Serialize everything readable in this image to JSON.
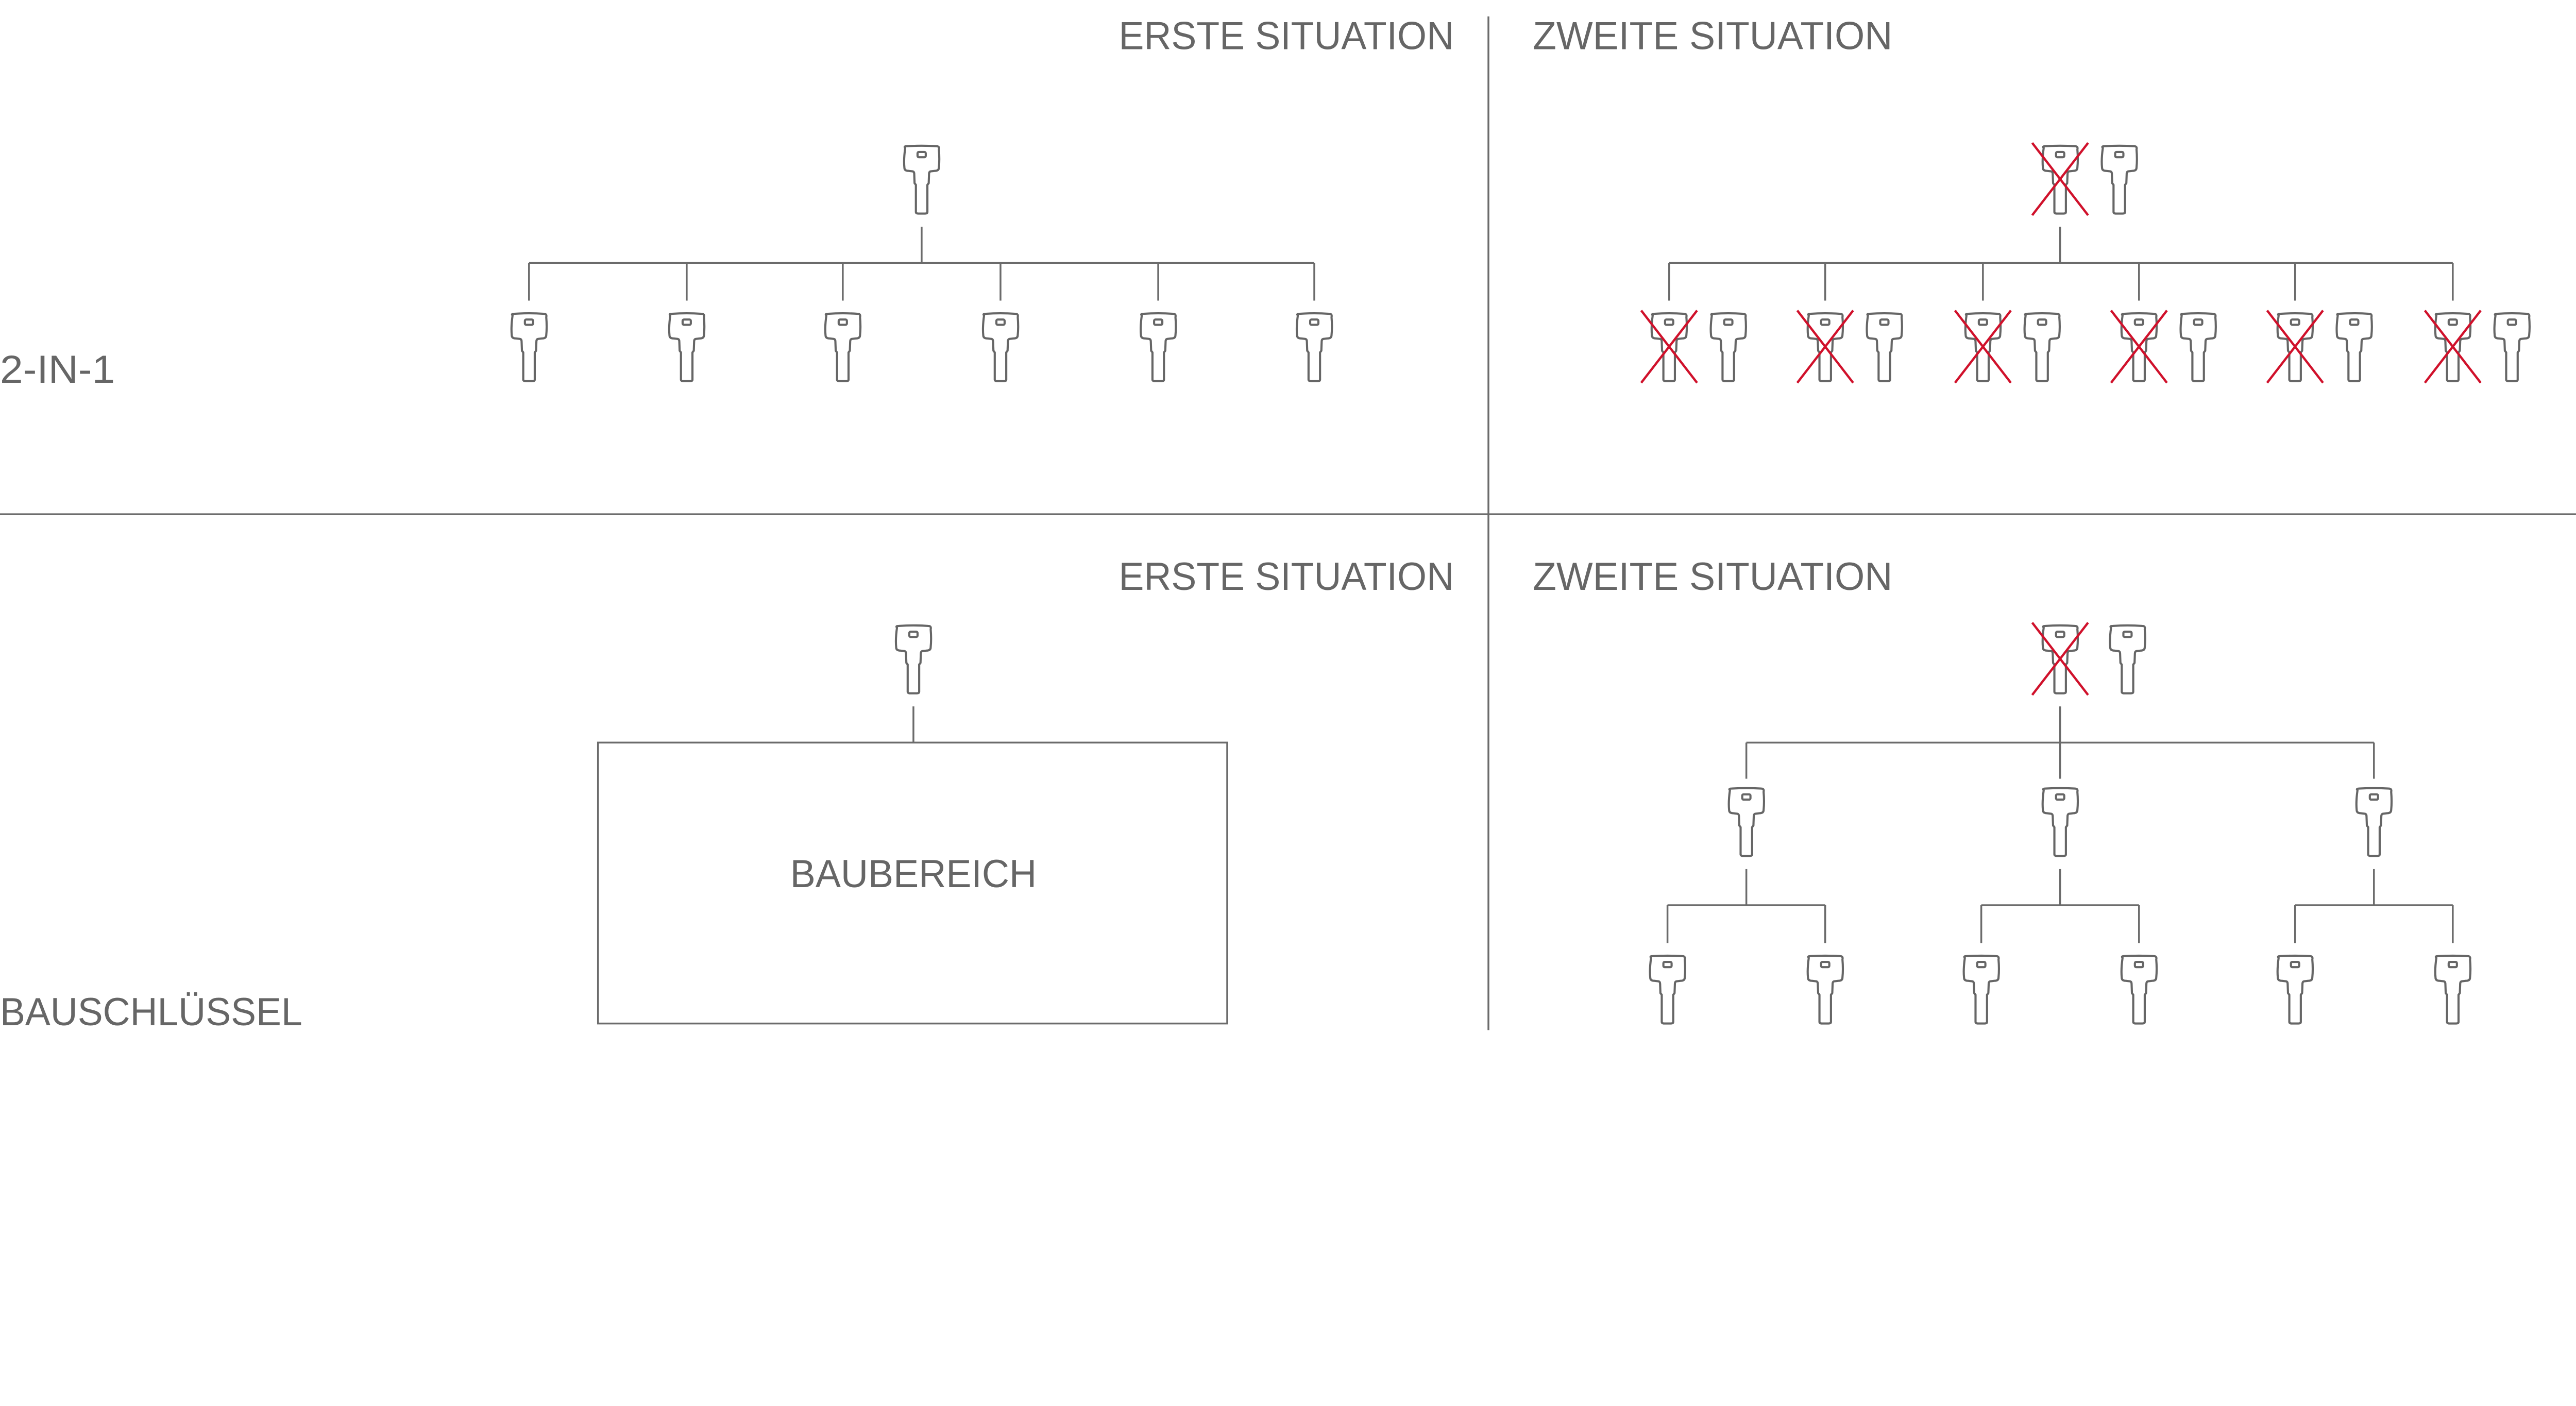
{
  "rows": {
    "top": {
      "label": "2-IN-1"
    },
    "bottom": {
      "label": "BAUSCHLÜSSEL"
    }
  },
  "columns": {
    "first": {
      "title": "ERSTE SITUATION"
    },
    "second": {
      "title": "ZWEITE SITUATION"
    }
  },
  "area_box": {
    "label": "BAUBEREICH"
  },
  "colors": {
    "line": "#666666",
    "cross": "#d0112b"
  },
  "icons": {
    "key": "key-icon",
    "invalid": "cross-icon"
  }
}
